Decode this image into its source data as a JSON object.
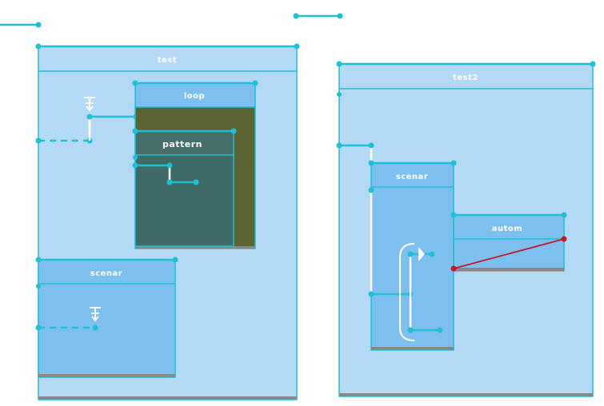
{
  "colors": {
    "canvas_bg": "#ffffff",
    "container_light": "#b3d9f5",
    "container_medium": "#7dbfef",
    "loop_dark": "#5b6433",
    "pattern_teal": "#3e6b67",
    "pattern_header": "#466f6c",
    "border_cyan": "#1fbfd6",
    "bottom_bar_gray": "#888888",
    "connection_red": "#c0182a"
  },
  "containers": {
    "test": {
      "label": "test"
    },
    "loop": {
      "label": "loop"
    },
    "pattern": {
      "label": "pattern"
    },
    "scenar_left": {
      "label": "scenar"
    },
    "test2": {
      "label": "test2"
    },
    "scenar_right": {
      "label": "scenar"
    },
    "autom": {
      "label": "autom"
    }
  }
}
